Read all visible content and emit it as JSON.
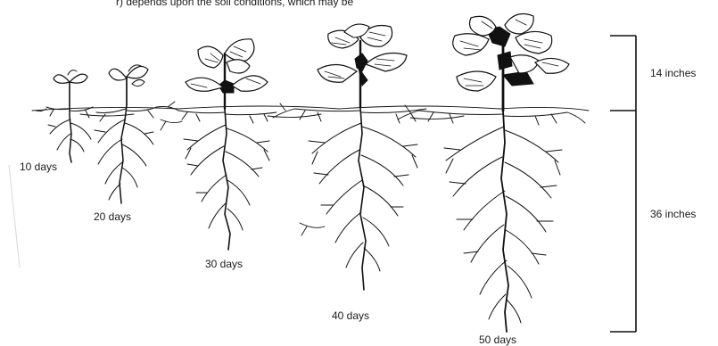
{
  "caption_fragment": "r) depends upon the soil conditions, which may be",
  "stages": [
    {
      "label": "10 days"
    },
    {
      "label": "20 days"
    },
    {
      "label": "30 days"
    },
    {
      "label": "40 days"
    },
    {
      "label": "50 days"
    }
  ],
  "scale": {
    "shoot_label": "14 inches",
    "root_label": "36 inches"
  }
}
